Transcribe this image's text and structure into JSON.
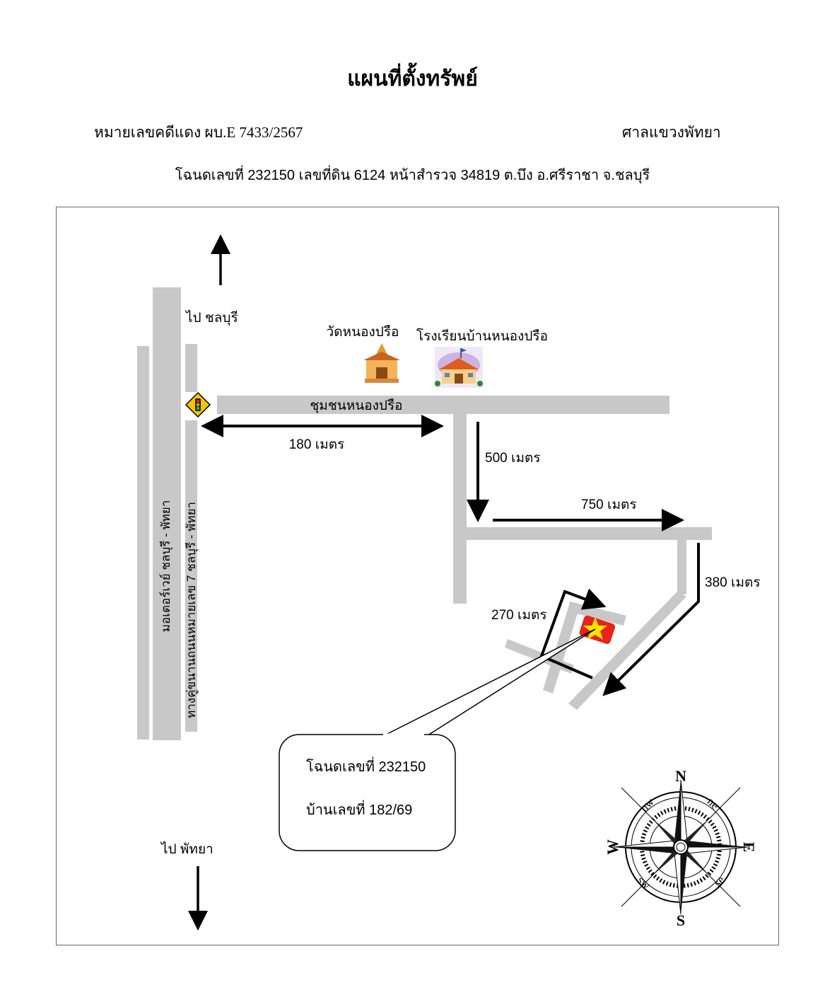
{
  "header": {
    "title": "แผนที่ตั้งทรัพย์",
    "case_number": "หมายเลขคดีแดง   ผบ.E 7433/2567",
    "court": "ศาลแขวงพัทยา",
    "deed_info": "โฉนดเลขที่ 232150  เลขที่ดิน 6124  หน้าสำรวจ  34819   ต.บึง  อ.ศรีราชา  จ.ชลบุรี"
  },
  "map": {
    "to_north_label": "ไป ชลบุรี",
    "to_south_label": "ไป พัทยา",
    "motorway_label": "มอเตอร์เวย์ ชลบุรี - พัทยา",
    "frontage_road_label": "ทางคู่ขนานถนนหมายเลข 7 ชลบุรี - พัทยา",
    "community_road_label": "ชุมชนหนองปรือ",
    "temple_label": "วัดหนองปรือ",
    "school_label": "โรงเรียนบ้านหนองปรือ",
    "distances": {
      "d1": "180 เมตร",
      "d2": "500 เมตร",
      "d3": "750 เมตร",
      "d4": "380 เมตร",
      "d5": "270 เมตร"
    },
    "callout": {
      "deed_line": "โฉนดเลขที่ 232150",
      "house_line": "บ้านเลขที่ 182/69"
    },
    "compass": {
      "north": "N",
      "south": "S",
      "east": "E",
      "west": "W",
      "ne": "ne",
      "nw": "nw",
      "se": "se",
      "sw": "sw"
    },
    "icons": {
      "traffic_light": "traffic-light-icon",
      "temple": "temple-icon",
      "school": "school-icon",
      "property_marker": "star-flag-icon"
    },
    "colors": {
      "road": "#c8c8c8",
      "marker_red": "#e8231b",
      "marker_star": "#ffe600"
    }
  }
}
